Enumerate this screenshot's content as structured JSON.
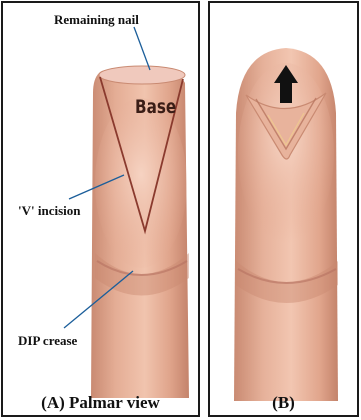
{
  "panel_a": {
    "caption": "(A)  Palmar view",
    "labels": {
      "remaining_nail": "Remaining nail",
      "base": "Base",
      "v_incision": "'V' incision",
      "dip_crease": "DIP crease"
    }
  },
  "panel_b": {
    "caption": "(B)"
  },
  "colors": {
    "skin": "#e4ad95",
    "skin_shadow": "#c98a72",
    "nail": "#f0c9bd",
    "incision": "#8a3a2e",
    "arrow": "#111111",
    "pointer": "#1b5e9a"
  }
}
